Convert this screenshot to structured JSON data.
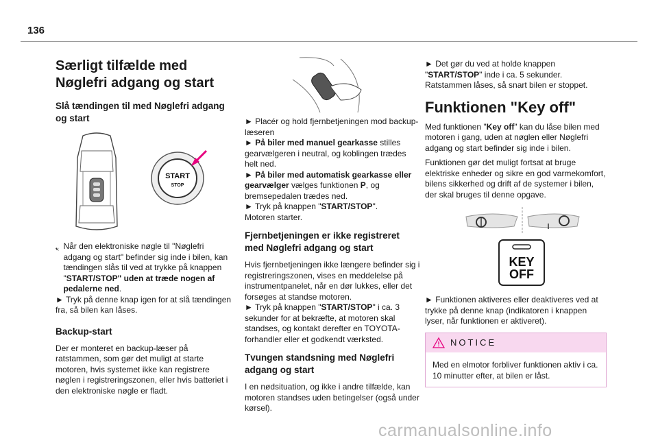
{
  "page_number": "136",
  "col1": {
    "title": "Særligt tilfælde med Nøglefri adgang og start",
    "subtitle": "Slå tændingen til med Nøglefri adgang og start",
    "button_label_1": "START",
    "button_label_2": "STOP",
    "p1_a": "Når den elektroniske nøgle til \"Nøglefri adgang og start\" befinder sig inde i bilen, kan tændingen slås til ved at trykke på knappen \"",
    "p1_b": "START/STOP\" uden at træde nogen af pedalerne ned",
    "p1_c": ".",
    "p2": "► Tryk på denne knap igen for at slå tændingen fra, så bilen kan låses.",
    "h_backup": "Backup-start",
    "p_backup": "Der er monteret en backup-læser på ratstammen, som gør det muligt at starte motoren, hvis systemet ikke kan registrere nøglen i registreringszonen, eller hvis batteriet i den elektroniske nøgle er fladt."
  },
  "col2": {
    "l1": "► Placér og hold fjernbetjeningen mod backup-læseren",
    "l2a": "► På biler med manuel gearkasse",
    "l2b": " stilles gearvælgeren i neutral, og koblingen trædes helt ned.",
    "l3a": "► På biler med automatisk gearkasse eller gearvælger",
    "l3b": " vælges funktionen ",
    "l3c": "P",
    "l3d": ", og bremsepedalen trædes ned.",
    "l4a": "► Tryk på knappen \"",
    "l4b": "START/STOP",
    "l4c": "\".",
    "l5": "Motoren starter.",
    "h2": "Fjernbetjeningen er ikke registreret med Nøglefri adgang og start",
    "p2a": "Hvis fjernbetjeningen ikke længere befinder sig i registreringszonen, vises en meddelelse på instrumentpanelet, når en dør lukkes, eller det forsøges at standse motoren.",
    "p2b_a": "► Tryk på knappen \"",
    "p2b_b": "START/STOP",
    "p2b_c": "\" i ca. 3 sekunder for at bekræfte, at motoren skal standses, og kontakt derefter en TOYOTA-forhandler eller et godkendt værksted.",
    "h3": "Tvungen standsning med Nøglefri adgang og start",
    "p3": "I en nødsituation, og ikke i andre tilfælde, kan motoren standses uden betingelser (også under kørsel)."
  },
  "col3": {
    "l1a": "► Det gør du ved at holde knappen \"",
    "l1b": "START/STOP",
    "l1c": "\" inde i ca. 5 sekunder.",
    "l2": "Ratstammen låses, så snart bilen er stoppet.",
    "title": "Funktionen \"Key off\"",
    "p1a": "Med funktionen \"",
    "p1b": "Key off",
    "p1c": "\" kan du låse bilen med motoren i gang, uden at nøglen eller Nøglefri adgang og start befinder sig inde i bilen.",
    "p2": "Funktionen gør det muligt fortsat at bruge elektriske enheder og sikre en god varmekomfort, bilens sikkerhed og drift af de systemer i bilen, der skal bruges til denne opgave.",
    "key_1": "KEY",
    "key_2": "OFF",
    "p3": "► Funktionen aktiveres eller deaktiveres ved at trykke på denne knap (indikatoren i knappen lyser, når funktionen er aktiveret).",
    "notice_title": "NOTICE",
    "notice_text": "Med en elmotor forbliver funktionen aktiv i ca. 10 minutter efter, at bilen er låst."
  },
  "watermark": "carmanualsonline.info",
  "colors": {
    "notice_border": "#e0a8d3",
    "notice_bg": "#f8d8ef",
    "accent_pink": "#e6007e"
  }
}
